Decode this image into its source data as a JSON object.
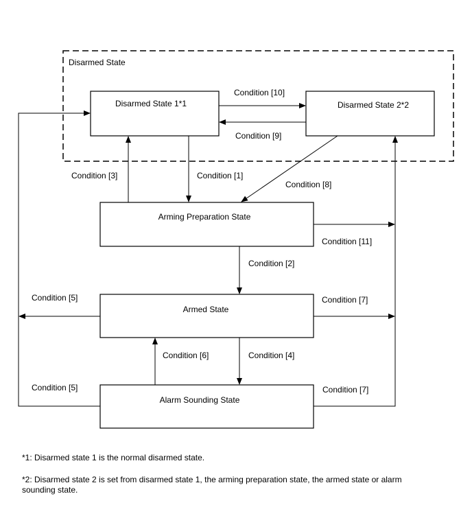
{
  "group": {
    "label": "Disarmed State"
  },
  "states": {
    "disarmed1": "Disarmed State 1*1",
    "disarmed2": "Disarmed State 2*2",
    "arming_prep": "Arming Preparation State",
    "armed": "Armed State",
    "alarm": "Alarm Sounding State"
  },
  "conditions": {
    "c1": "Condition [1]",
    "c2": "Condition [2]",
    "c3": "Condition [3]",
    "c4": "Condition [4]",
    "c5_upper": "Condition [5]",
    "c5_lower": "Condition [5]",
    "c6": "Condition [6]",
    "c7_upper": "Condition [7]",
    "c7_lower": "Condition [7]",
    "c8": "Condition [8]",
    "c9": "Condition [9]",
    "c10": "Condition [10]",
    "c11": "Condition [11]"
  },
  "notes": {
    "note1": "*1: Disarmed state 1 is the normal disarmed state.",
    "note2": "*2: Disarmed state 2 is set from disarmed state 1, the arming preparation state, the armed state or alarm sounding state."
  }
}
